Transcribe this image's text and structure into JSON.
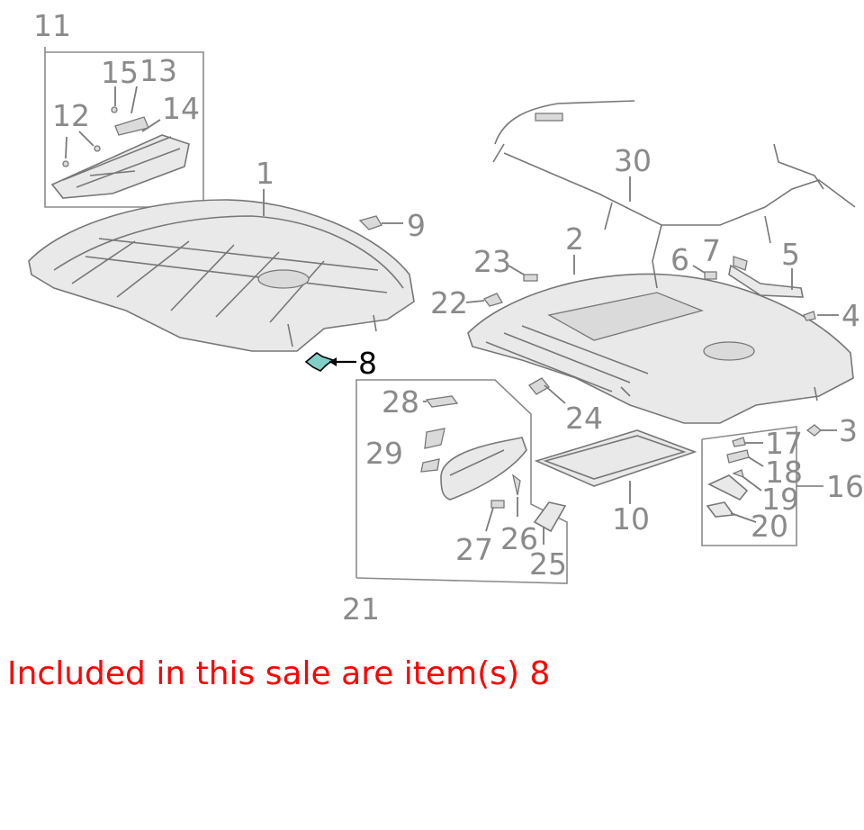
{
  "diagram": {
    "labels": {
      "l1": "1",
      "l2": "2",
      "l3": "3",
      "l4": "4",
      "l5": "5",
      "l6": "6",
      "l7": "7",
      "l8": "8",
      "l9": "9",
      "l10": "10",
      "l11": "11",
      "l12": "12",
      "l13": "13",
      "l14": "14",
      "l15": "15",
      "l16": "16",
      "l17": "17",
      "l18": "18",
      "l19": "19",
      "l20": "20",
      "l21": "21",
      "l22": "22",
      "l23": "23",
      "l24": "24",
      "l25": "25",
      "l26": "26",
      "l27": "27",
      "l28": "28",
      "l29": "29",
      "l30": "30"
    },
    "highlighted_item": "8",
    "colors": {
      "part_line": "#777777",
      "label": "#8a8a8a",
      "highlight_fill": "#7fd1c7",
      "highlight_label": "#000000"
    }
  },
  "note": {
    "text": "Included in this sale are item(s) 8",
    "color": "#ff0000"
  }
}
